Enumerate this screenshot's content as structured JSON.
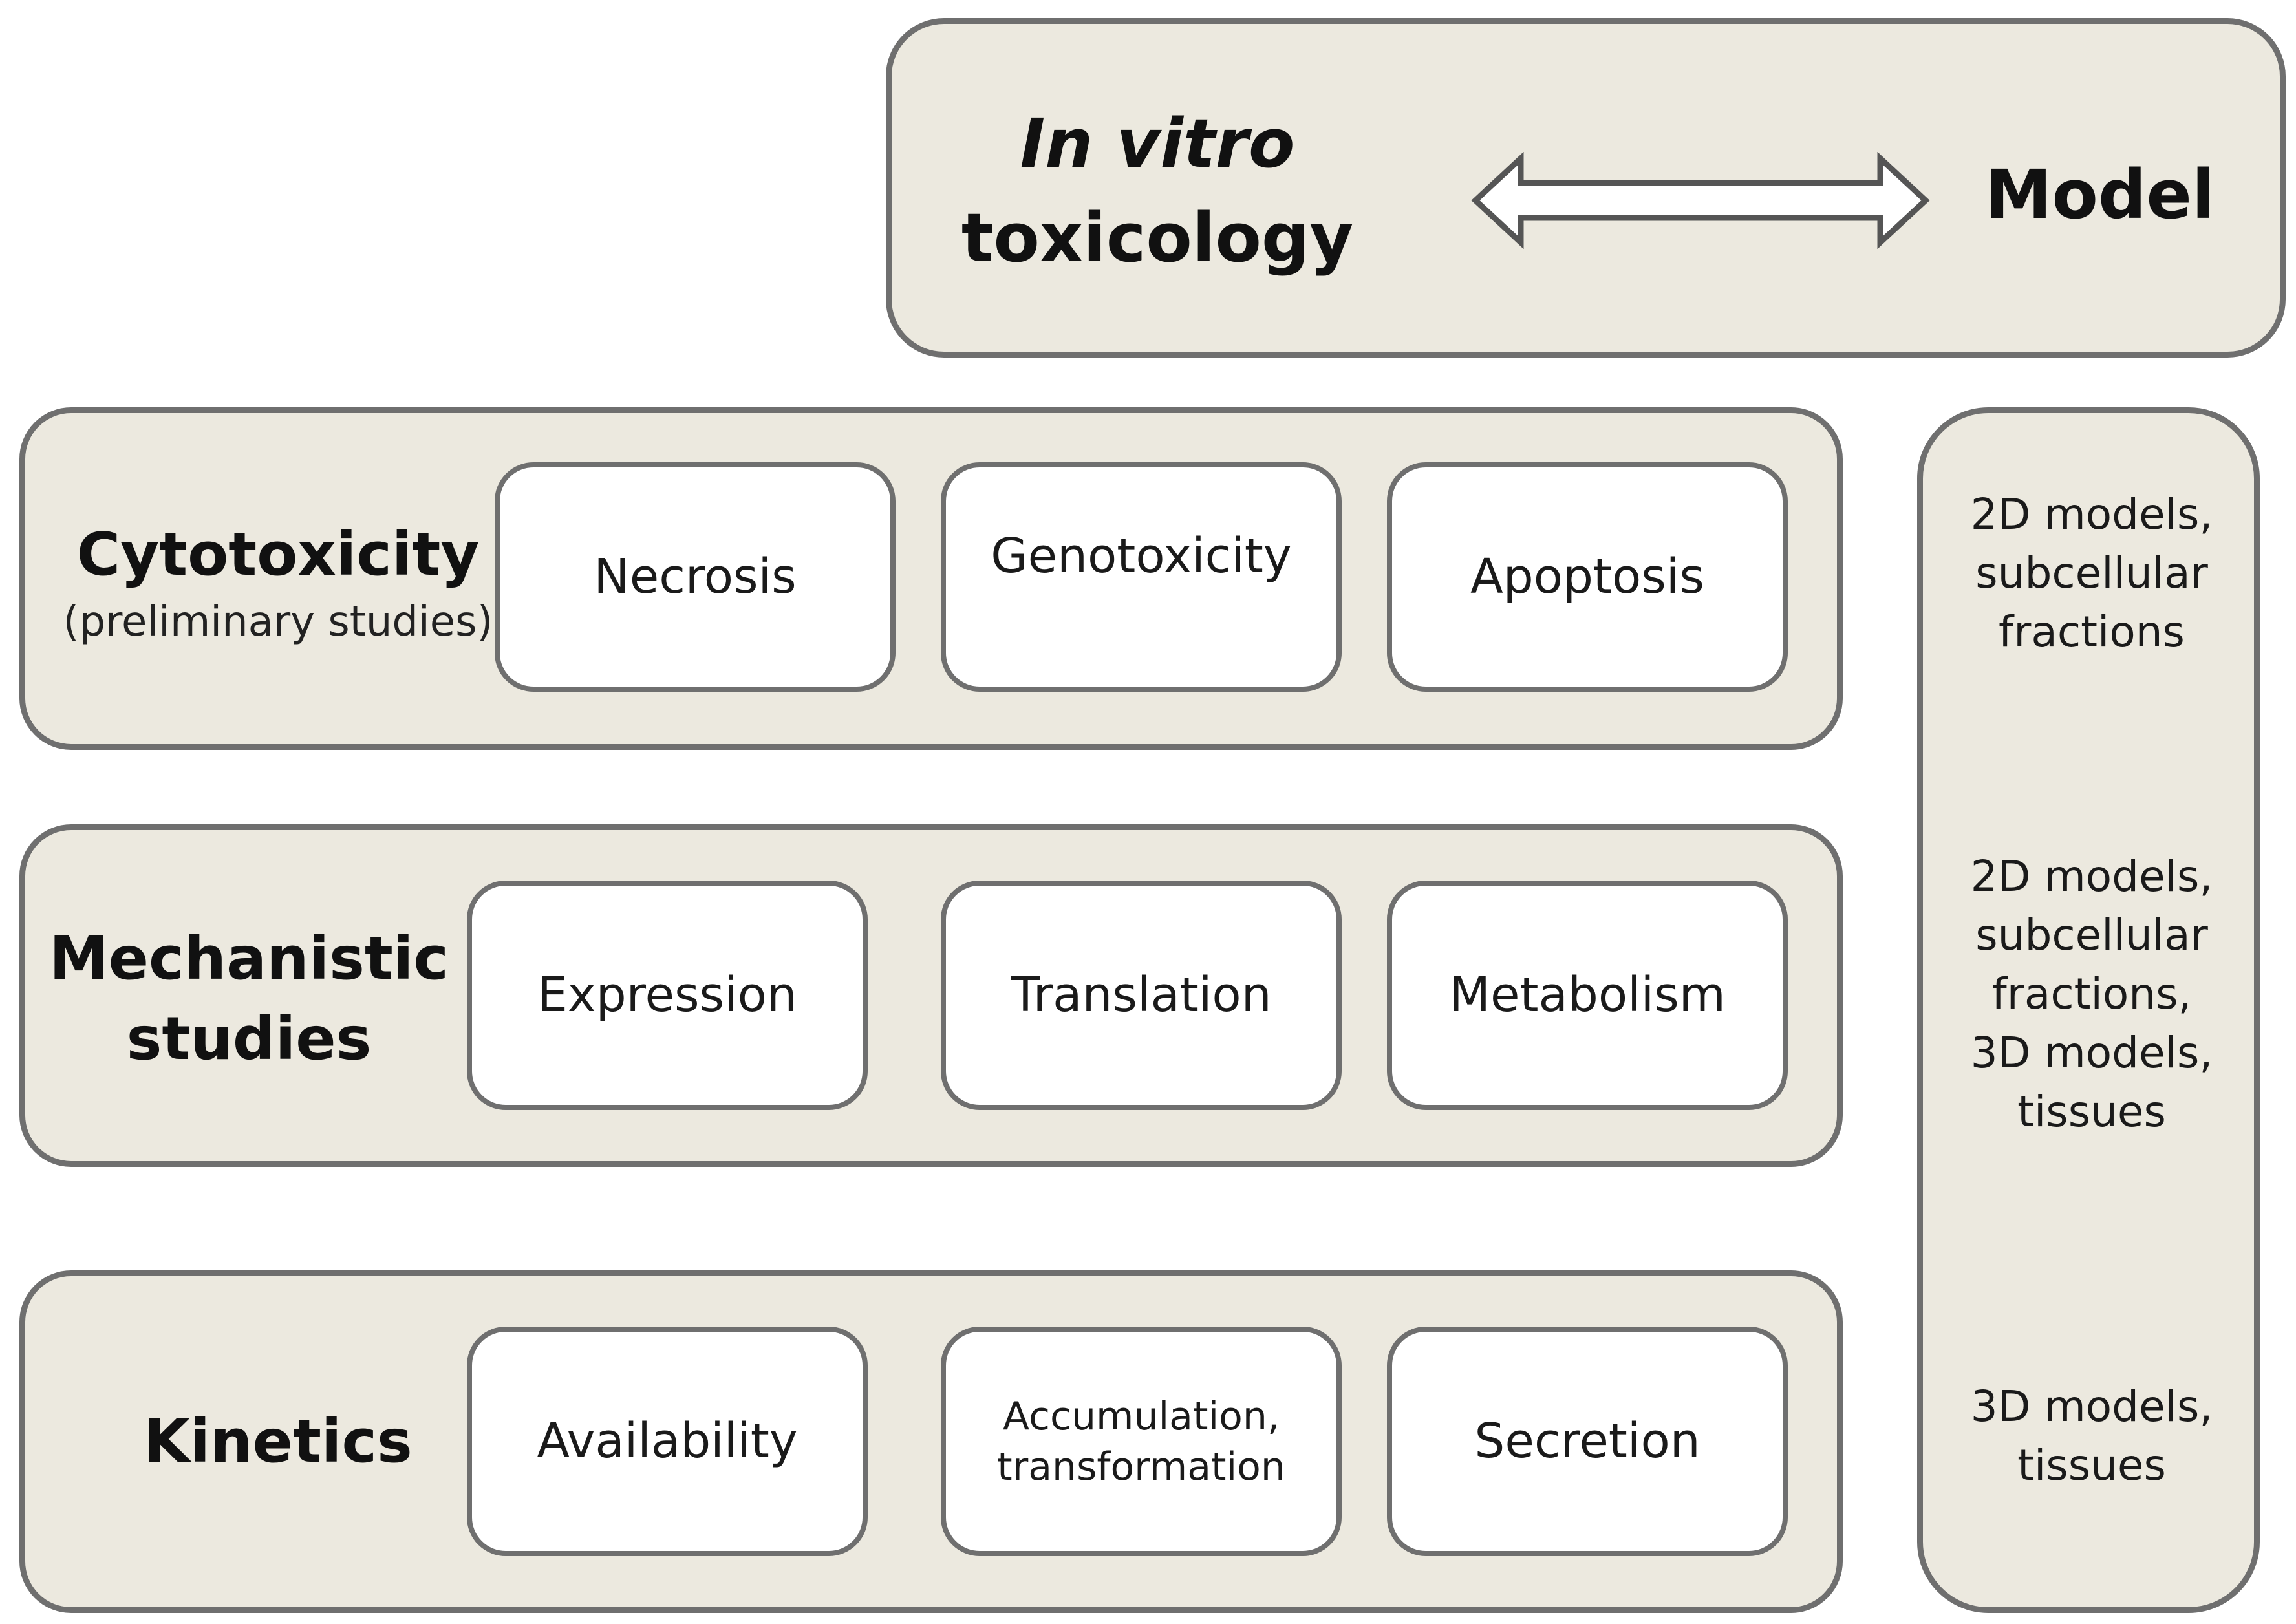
{
  "header": {
    "title_italic": "In vitro",
    "title_rest": "toxicology",
    "arrow_icon": "double-arrow-icon",
    "model_label": "Model"
  },
  "rows": [
    {
      "title": "Cytotoxicity",
      "subtitle": "(preliminary studies)",
      "items": [
        "Necrosis",
        "Genotoxicity",
        "Apoptosis"
      ]
    },
    {
      "title": "Mechanistic",
      "title_line2": "studies",
      "items": [
        "Expression",
        "Translation",
        "Metabolism"
      ]
    },
    {
      "title": "Kinetics",
      "items": [
        "Availability",
        "Accumulation,\ntransformation",
        "Secretion"
      ]
    }
  ],
  "model_column": {
    "entries": [
      "2D models,\nsubcellular\nfractions",
      "2D models,\nsubcellular\nfractions,\n3D models,\ntissues",
      "3D models,\ntissues"
    ]
  },
  "colors": {
    "panel_fill": "#ece9df",
    "panel_border": "#6f6f6f",
    "box_fill": "#ffffff"
  }
}
